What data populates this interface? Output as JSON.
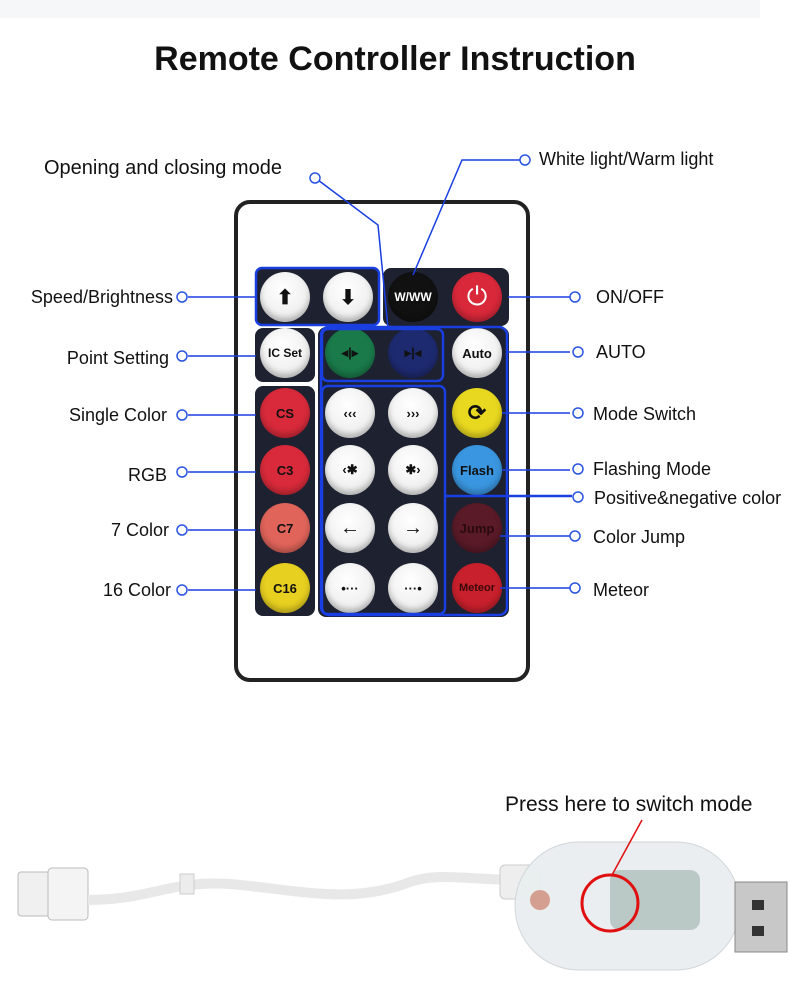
{
  "title": "Remote Controller Instruction",
  "labels_left": {
    "speed": "Speed/Brightness",
    "point": "Point Setting",
    "single": "Single Color",
    "rgb": "RGB",
    "c7": "7 Color",
    "c16": "16 Color"
  },
  "labels_top": {
    "opening": "Opening and closing mode",
    "white": "White light/Warm light"
  },
  "labels_right": {
    "onoff": "ON/OFF",
    "auto": "AUTO",
    "mode": "Mode Switch",
    "flash": "Flashing Mode",
    "posneg": "Positive&negative color",
    "jump": "Color Jump",
    "meteor": "Meteor"
  },
  "buttons": {
    "up": "⬆",
    "down": "⬇",
    "www": "W/WW",
    "power": "⏻",
    "icset": "IC Set",
    "open": "◂|▸",
    "close": "▸|◂",
    "auto": "Auto",
    "cs": "CS",
    "c3": "C3",
    "c7": "C7",
    "c16": "C16",
    "r1a": "‹‹‹",
    "r1b": "›››",
    "r2a": "‹✱",
    "r2b": "✱›",
    "r3a": "←",
    "r3b": "→",
    "r4a": "•···",
    "r4b": "···•",
    "mode": "⟳",
    "flash": "Flash",
    "jump": "Jump",
    "meteor": "Meteor"
  },
  "colors": {
    "accent": "#1a3fe0",
    "marker": "#2a55e0",
    "red": "#d8283a",
    "green": "#1a7a4a",
    "navy": "#1e2a70"
  },
  "controller_note": "Press here to switch mode"
}
